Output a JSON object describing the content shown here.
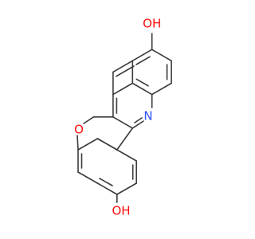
{
  "molecule": {
    "labels": {
      "oh_top": "OH",
      "oh_bottom": "OH",
      "ring_oxygen": "O",
      "ring_nitrogen": "N"
    },
    "colors": {
      "bond": "#3a3a3a",
      "oxygen": "#ff0d0d",
      "nitrogen": "#3050f8",
      "background": "#ffffff"
    }
  }
}
